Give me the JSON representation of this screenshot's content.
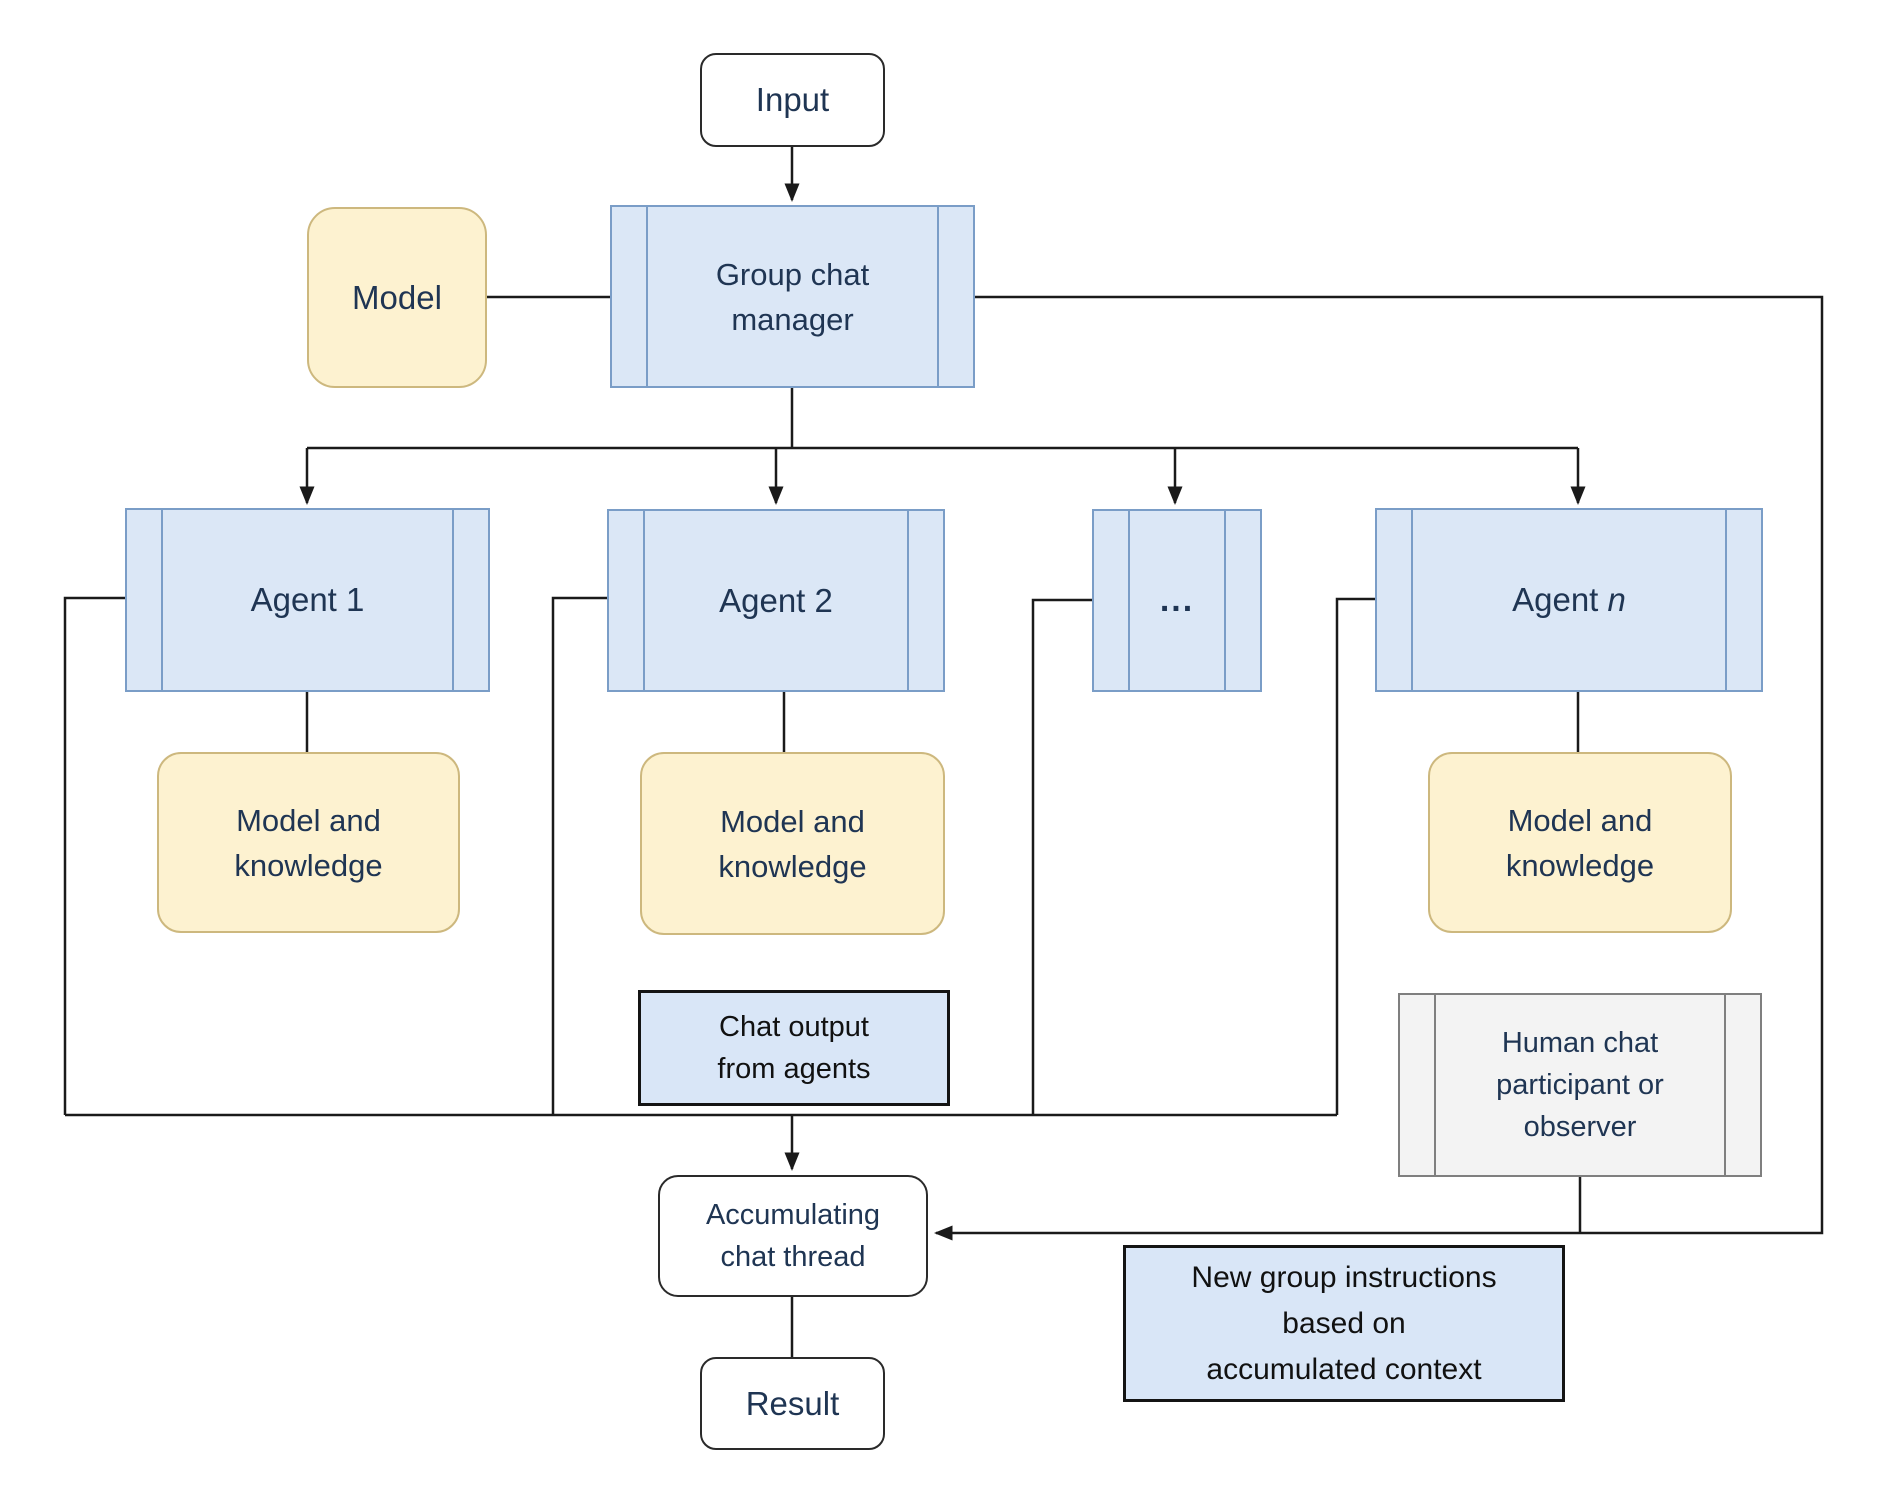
{
  "diagram": {
    "background": "#ffffff",
    "colors": {
      "component_fill": "#dbe7f6",
      "component_border": "#7a9dc7",
      "callout_fill": "#fdf2d0",
      "callout_border": "#cdb87e",
      "label_fill": "#d9e6f7",
      "label_border": "#141414",
      "plain_fill": "#ffffff",
      "plain_border": "#2a2a2a",
      "human_fill": "#f3f3f3",
      "human_border": "#7f7f7f",
      "connector_line": "#1a1a1a",
      "title_text": "#1f3553",
      "label_text": "#111111"
    },
    "nodes": {
      "input": {
        "label": "Input"
      },
      "model": {
        "label": "Model"
      },
      "manager": {
        "line1": "Group chat",
        "line2": "manager"
      },
      "agent1": {
        "label": "Agent 1"
      },
      "agent2": {
        "label": "Agent 2"
      },
      "agent_ellipsis": {
        "label": "..."
      },
      "agent_n": {
        "prefix": "Agent ",
        "variable": "n"
      },
      "model_knowledge": {
        "line1": "Model and",
        "line2": "knowledge"
      },
      "chat_output": {
        "line1": "Chat output",
        "line2": "from agents"
      },
      "human": {
        "line1": "Human chat",
        "line2": "participant or",
        "line3": "observer"
      },
      "accumulating": {
        "line1": "Accumulating",
        "line2": "chat thread"
      },
      "instructions": {
        "line1": "New group instructions",
        "line2": "based on",
        "line3": "accumulated context"
      },
      "result": {
        "label": "Result"
      }
    }
  }
}
